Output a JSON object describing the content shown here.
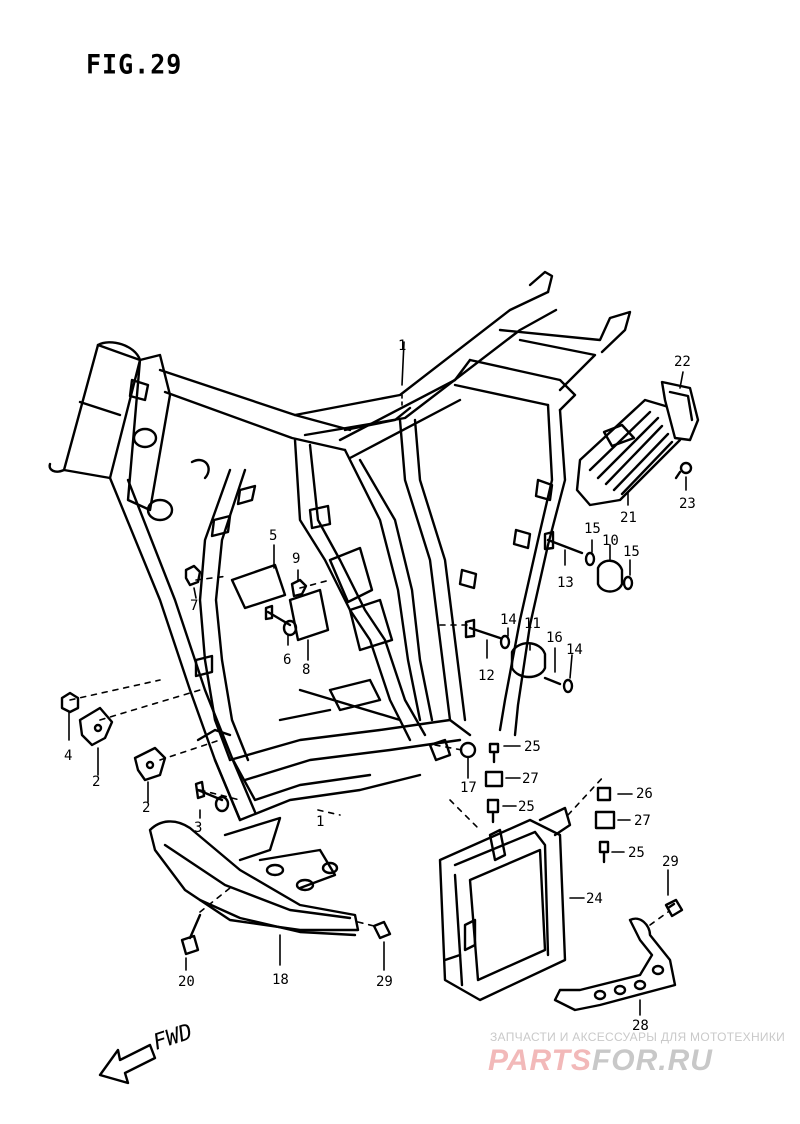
{
  "figure": {
    "title": "FIG.29",
    "direction_label": "FWD"
  },
  "callouts": {
    "c1": "1",
    "c1b": "1",
    "c2": "2",
    "c2b": "2",
    "c3": "3",
    "c4": "4",
    "c5": "5",
    "c6": "6",
    "c7": "7",
    "c8": "8",
    "c9": "9",
    "c10": "10",
    "c11": "11",
    "c12": "12",
    "c13": "13",
    "c14": "14",
    "c14b": "14",
    "c15": "15",
    "c15b": "15",
    "c16": "16",
    "c17": "17",
    "c18": "18",
    "c20": "20",
    "c21": "21",
    "c22": "22",
    "c23": "23",
    "c24": "24",
    "c25": "25",
    "c25b": "25",
    "c25c": "25",
    "c26": "26",
    "c27": "27",
    "c27b": "27",
    "c28": "28",
    "c29": "29",
    "c29b": "29"
  },
  "watermark": {
    "caption": "ЗАПЧАСТИ И АКСЕССУАРЫ ДЛЯ МОТОТЕХНИКИ",
    "logo_part1": "PARTS",
    "logo_part2": "FOR.RU"
  }
}
